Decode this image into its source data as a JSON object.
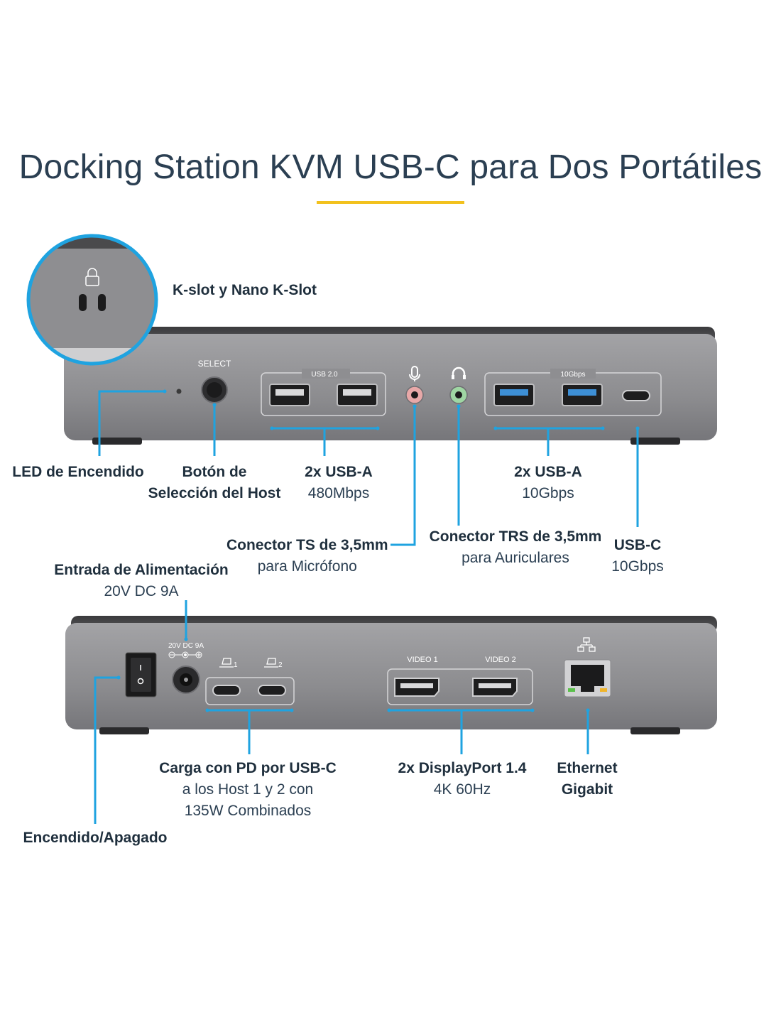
{
  "title": "Docking Station KVM USB-C para Dos Portátiles",
  "colors": {
    "accent_line": "#f2c11d",
    "callout": "#1fa3e0",
    "device": "#8a8a8d",
    "text": "#1f2f3d"
  },
  "device_markings": {
    "select": "SELECT",
    "usb20": "USB 2.0",
    "gbps10": "10Gbps",
    "power_rating": "20V DC 9A",
    "host1": "1",
    "host2": "2",
    "video1": "VIDEO 1",
    "video2": "VIDEO 2"
  },
  "labels": {
    "kslot": {
      "title": "K-slot y Nano K-Slot"
    },
    "led": {
      "title": "LED de Encendido"
    },
    "host_select": {
      "title_1": "Botón de",
      "title_2": "Selección del Host"
    },
    "usb2": {
      "title": "2x USB-A",
      "sub": "480Mbps"
    },
    "usb10": {
      "title": "2x USB-A",
      "sub": "10Gbps"
    },
    "mic": {
      "title": "Conector TS de 3,5mm",
      "sub": "para Micrófono"
    },
    "headphone": {
      "title": "Conector TRS de 3,5mm",
      "sub": "para Auriculares"
    },
    "usbc": {
      "title": "USB-C",
      "sub": "10Gbps"
    },
    "power_in": {
      "title": "Entrada de Alimentación",
      "sub": "20V DC 9A"
    },
    "pd": {
      "title": "Carga con PD por USB-C",
      "sub_1": "a los Host 1 y 2 con",
      "sub_2": "135W Combinados"
    },
    "displayport": {
      "title": "2x DisplayPort 1.4",
      "sub": "4K 60Hz"
    },
    "ethernet": {
      "title_1": "Ethernet",
      "title_2": "Gigabit"
    },
    "onoff": {
      "title": "Encendido/Apagado"
    }
  }
}
